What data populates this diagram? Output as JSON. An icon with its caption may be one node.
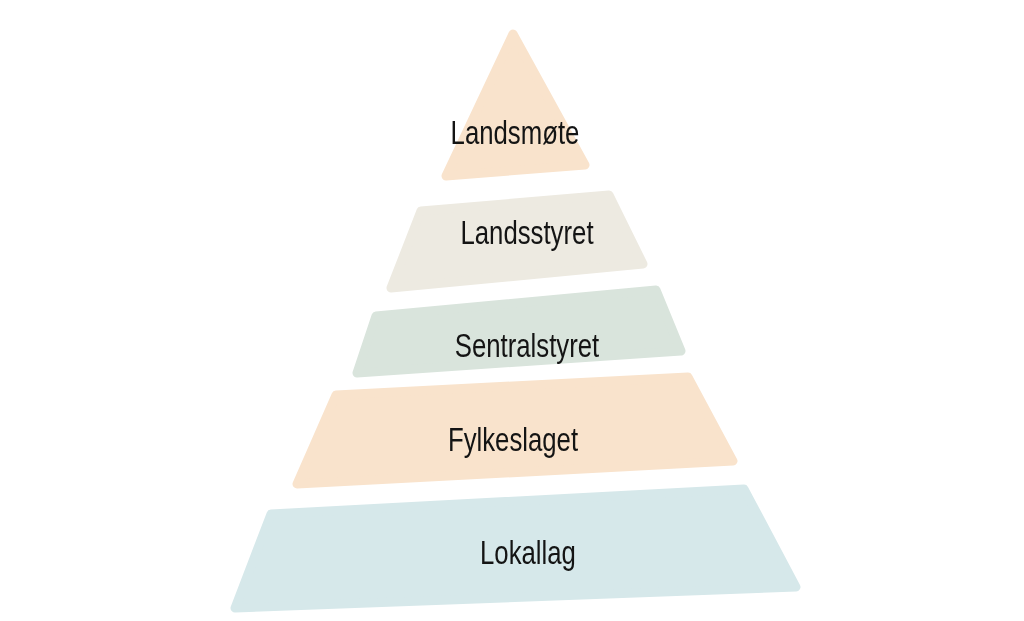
{
  "diagram": {
    "nodes": [
      {
        "text": [
          "Landsmøte"
        ]
      },
      {
        "text": [
          "Landsstyret"
        ]
      },
      {
        "text": [
          "Sentralstyret"
        ]
      },
      {
        "text": [
          "Fylkeslaget"
        ]
      },
      {
        "text": [
          "Lokallag"
        ]
      }
    ]
  }
}
